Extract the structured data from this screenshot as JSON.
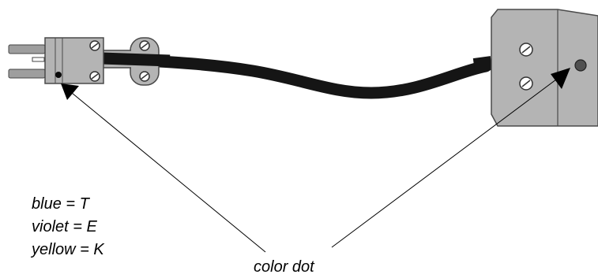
{
  "legend": {
    "items": [
      {
        "text": "blue = T"
      },
      {
        "text": "violet = E"
      },
      {
        "text": "yellow = K"
      }
    ]
  },
  "caption": "color dot",
  "colors": {
    "body_gray": "#b4b4b4",
    "cable": "#151515",
    "outline": "#4a4a4a",
    "dot_dark": "#0a0a0a",
    "dot_socket": "#505050"
  },
  "icons": {
    "screw": "screw-icon",
    "arrow": "arrowhead-icon"
  }
}
